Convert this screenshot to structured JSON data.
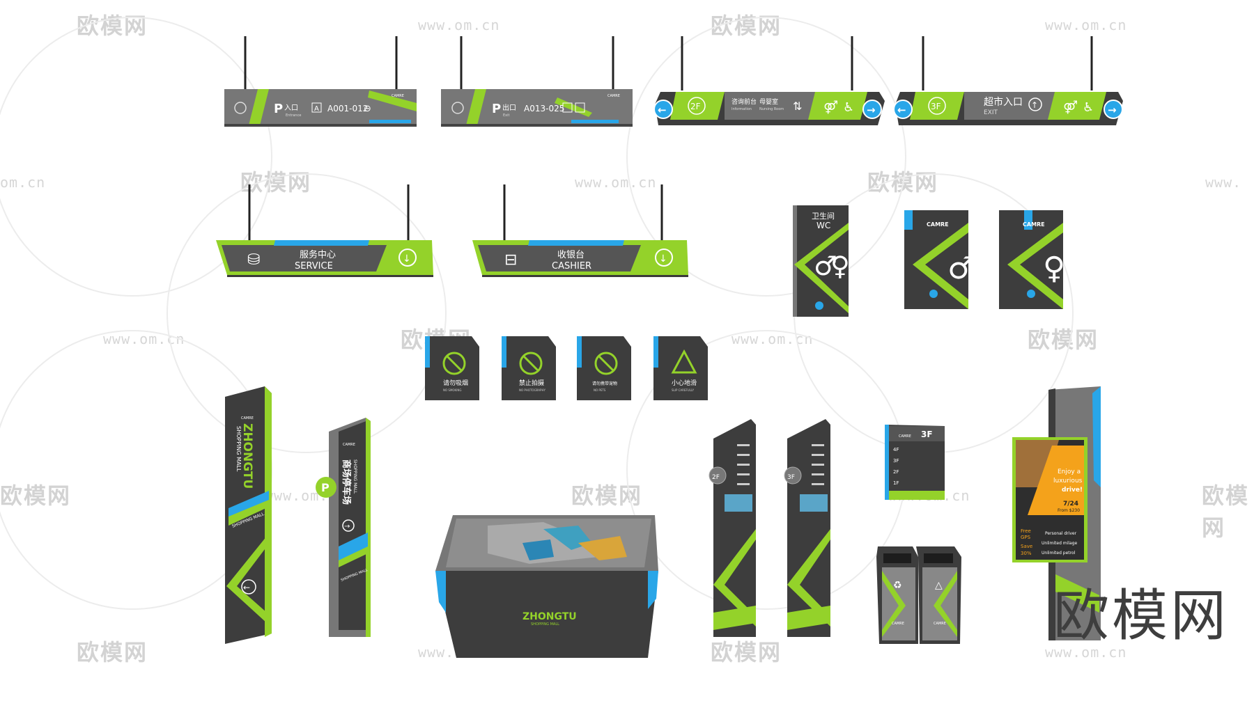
{
  "watermark": {
    "brand": "欧模网",
    "url": "www.om.cn",
    "url_partial": "om.cn",
    "url_lead": "www.",
    "big": "欧模网"
  },
  "brand": {
    "small": "CAMRE",
    "small_sub": "SHOPPING MALL",
    "mall": "ZHONGTU",
    "mall_sub": "SHOPPING MALL"
  },
  "hanging": {
    "p1": {
      "p": "P",
      "in": "入口",
      "in_en": "Entrance",
      "a": "A",
      "code": "A001-012"
    },
    "p2": {
      "p": "P",
      "out": "出口",
      "out_en": "Exit",
      "code": "A013-025"
    },
    "floor2": {
      "floor": "2F",
      "t1": "咨询前台",
      "t1_en": "Information",
      "t2": "母婴室",
      "t2_en": "Nursing Room"
    },
    "floor3": {
      "floor": "3F",
      "t1": "超市入口",
      "t1_en": "EXIT"
    },
    "service": {
      "cn": "服务中心",
      "en": "SERVICE"
    },
    "cashier": {
      "cn": "收银台",
      "en": "CASHIER"
    }
  },
  "wc": {
    "cn": "卫生间",
    "en": "WC"
  },
  "warnings": [
    {
      "cn": "请勿吸烟",
      "en": "NO SMOKING"
    },
    {
      "cn": "禁止拍摄",
      "en": "NO PHOTOGRAPHY"
    },
    {
      "cn": "请勿携带宠物",
      "en": "NO PETS"
    },
    {
      "cn": "小心地滑",
      "en": "SLIP CAREFULLY"
    }
  ],
  "parking": {
    "cn": "商场停车场",
    "en": "SHOPPING MALL",
    "p": "P"
  },
  "directory": {
    "floor2": "2F",
    "floor3": "3F",
    "floors": [
      "4F",
      "3F",
      "2F",
      "1F"
    ]
  },
  "ad": {
    "l1": "Enjoy a",
    "l2": "luxurious",
    "l3": "drive!",
    "date": "7/24",
    "price": "From $230",
    "f1": "Free",
    "f2": "GPS",
    "f3": "Save",
    "f4": "30%",
    "b1": "Personal driver",
    "b2": "Unlimited milage",
    "b3": "Unlimited petrol"
  },
  "colors": {
    "green": "#94d22a",
    "gray": "#6f6f6f",
    "dark": "#3d3d3d",
    "blue": "#29a6e8"
  }
}
